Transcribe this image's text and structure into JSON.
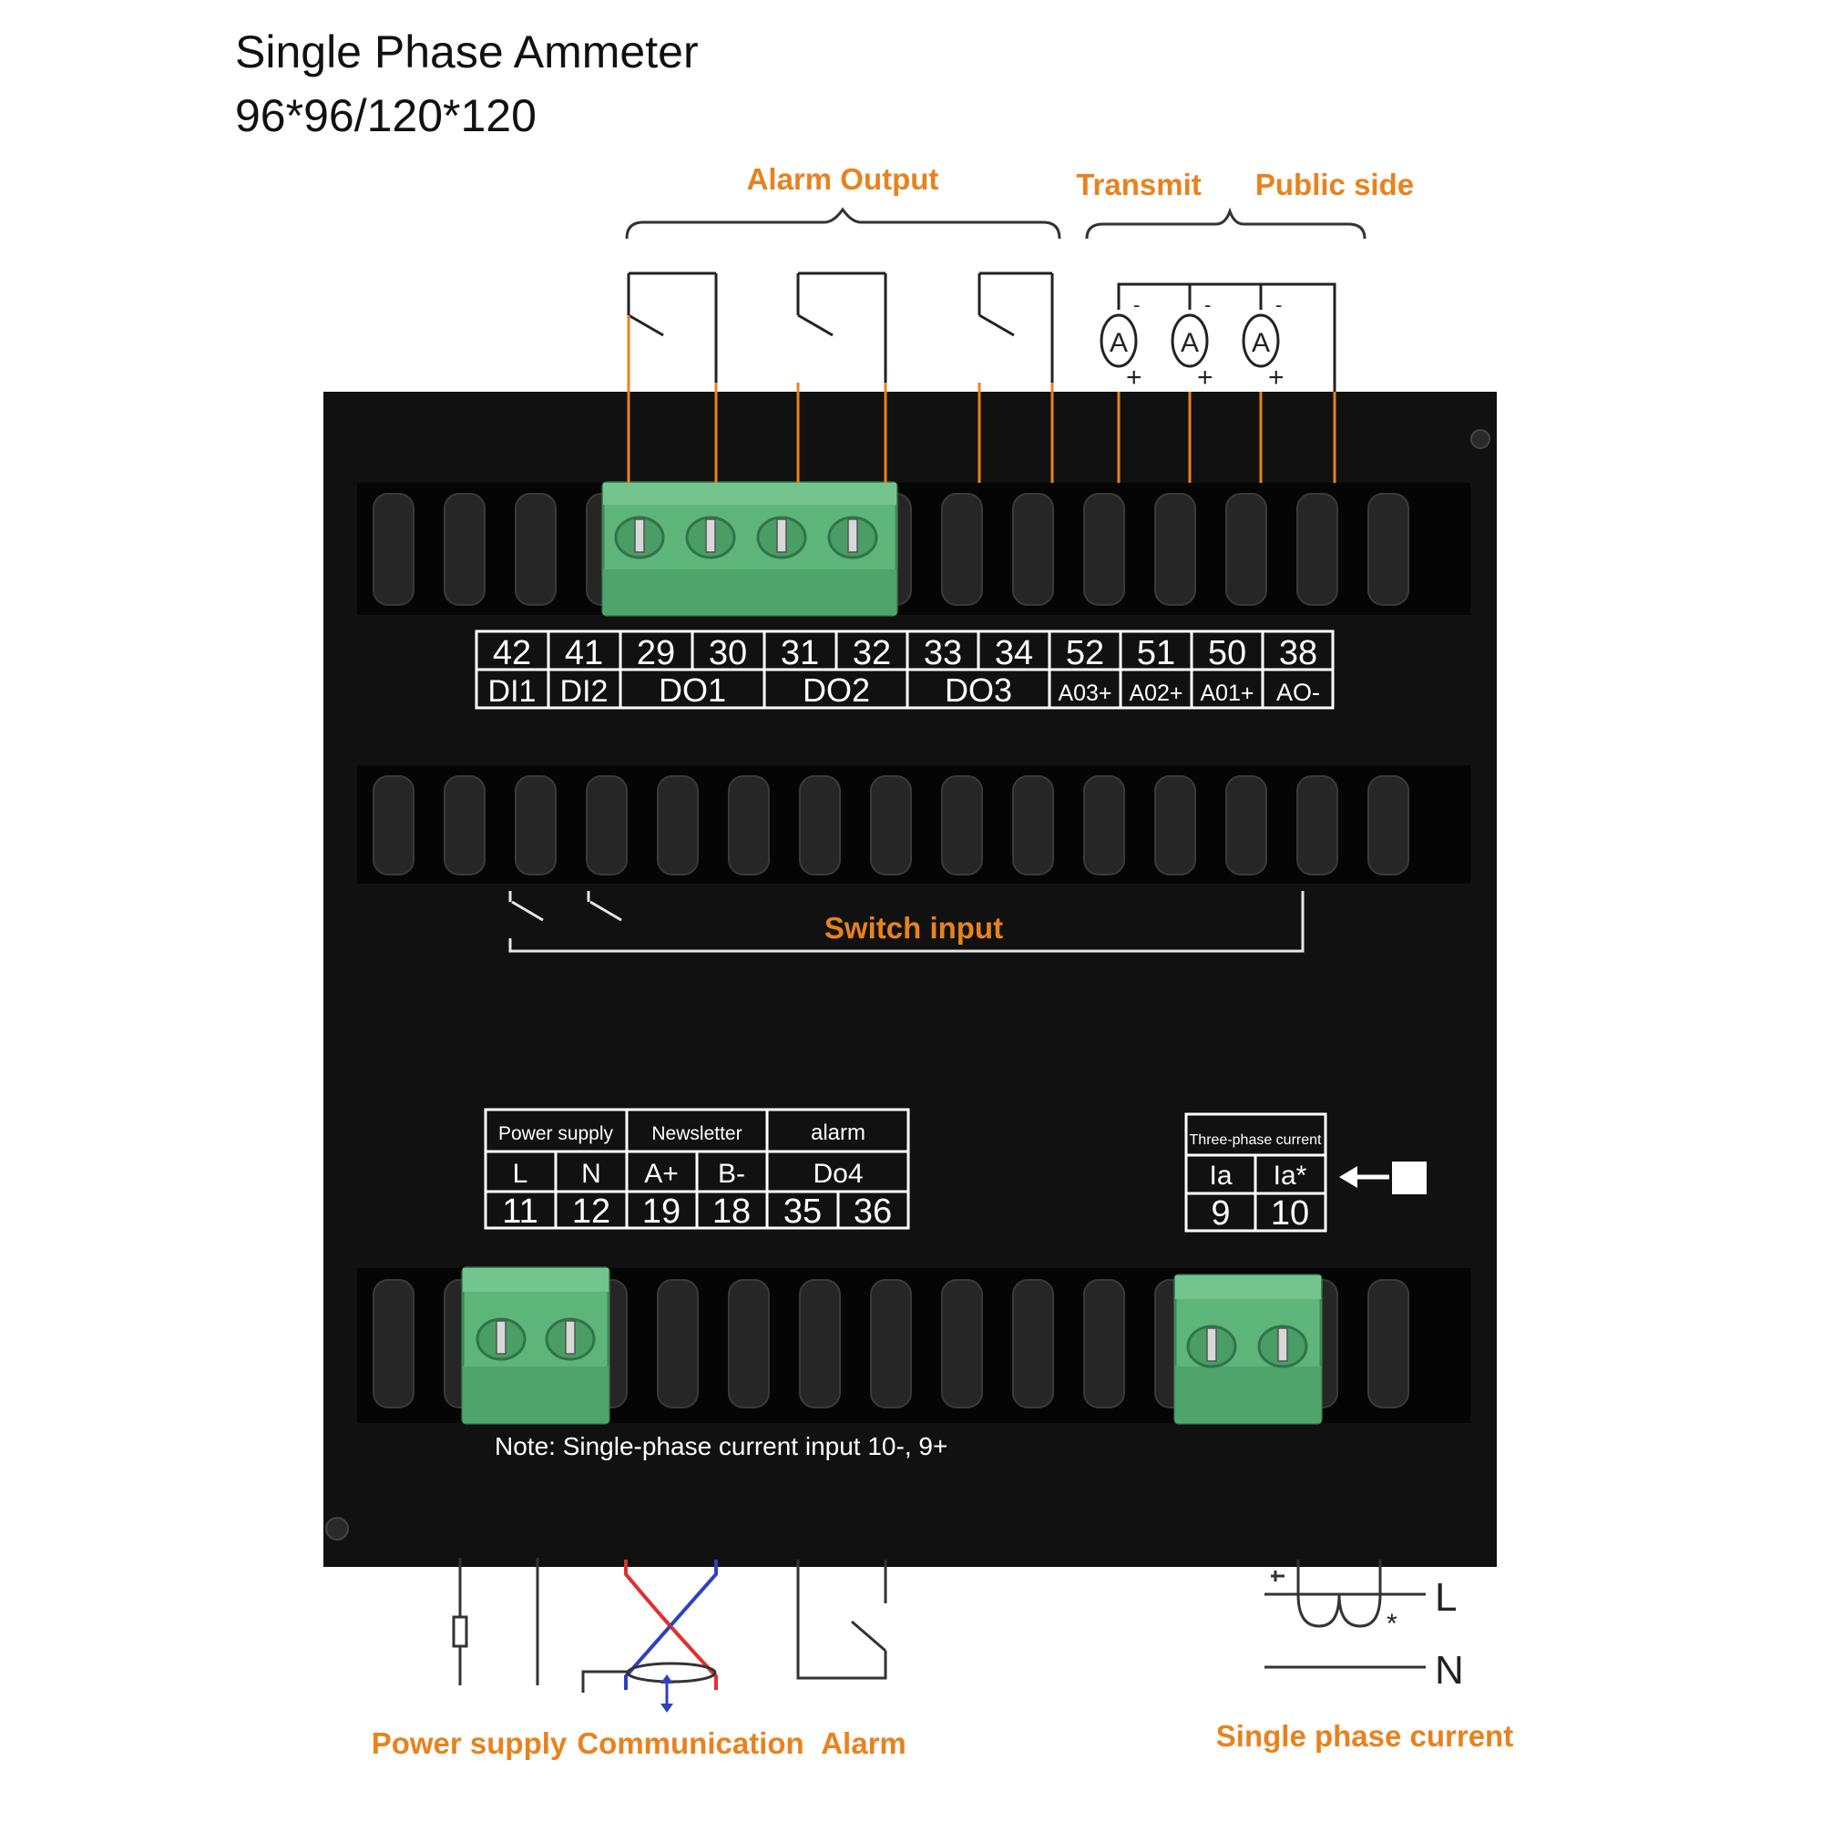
{
  "title": {
    "line1": "Single Phase Ammeter",
    "line2": "96*96/120*120"
  },
  "colors": {
    "accent": "#e8821e",
    "panel": "#111111",
    "terminal_green": "#5db57a",
    "wire_red": "#e03030",
    "wire_blue": "#3040c0"
  },
  "top_callouts": {
    "alarm_output": "Alarm Output",
    "transmit": "Transmit",
    "public_side": "Public side",
    "ammeter_symbol": "A",
    "minus": "-",
    "plus": "+"
  },
  "top_terminal_table": {
    "numbers": [
      "42",
      "41",
      "29",
      "30",
      "31",
      "32",
      "33",
      "34",
      "52",
      "51",
      "50",
      "38"
    ],
    "functions": [
      "DI1",
      "DI2",
      "DO1",
      "DO2",
      "DO3",
      "A03+",
      "A02+",
      "A01+",
      "AO-"
    ]
  },
  "switch_input_label": "Switch input",
  "bottom_terminal_table": {
    "headers": [
      "Power supply",
      "Newsletter",
      "alarm"
    ],
    "functions": [
      "L",
      "N",
      "A+",
      "B-",
      "Do4"
    ],
    "numbers": [
      "11",
      "12",
      "19",
      "18",
      "35",
      "36"
    ]
  },
  "current_terminal_table": {
    "header": "Three-phase current",
    "functions": [
      "Ia",
      "Ia*"
    ],
    "numbers": [
      "9",
      "10"
    ]
  },
  "note": "Note: Single-phase current input 10-, 9+",
  "bottom_labels": {
    "power_supply": "Power supply",
    "communication": "Communication",
    "alarm": "Alarm",
    "single_phase_current": "Single phase current",
    "line_l": "L",
    "line_n": "N",
    "star": "*"
  }
}
